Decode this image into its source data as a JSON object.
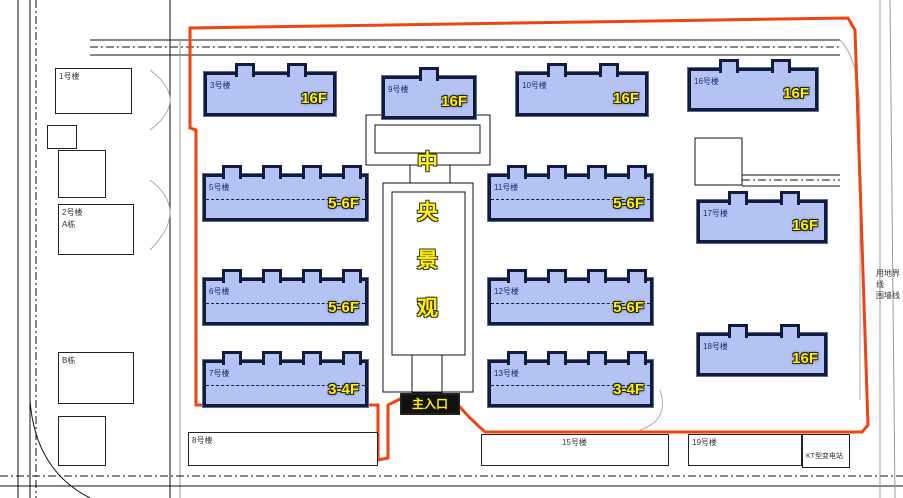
{
  "central_landscape": [
    "中",
    "央",
    "景",
    "观"
  ],
  "main_entrance": "主入口",
  "buildings": [
    {
      "name": "3号楼",
      "floors": "16F"
    },
    {
      "name": "9号楼",
      "floors": "16F"
    },
    {
      "name": "10号楼",
      "floors": "16F"
    },
    {
      "name": "16号楼",
      "floors": "16F"
    },
    {
      "name": "5号楼",
      "floors": "5-6F"
    },
    {
      "name": "11号楼",
      "floors": "5-6F"
    },
    {
      "name": "6号楼",
      "floors": "5-6F"
    },
    {
      "name": "12号楼",
      "floors": "5-6F"
    },
    {
      "name": "7号楼",
      "floors": "3-4F"
    },
    {
      "name": "13号楼",
      "floors": "3-4F"
    },
    {
      "name": "17号楼",
      "floors": "16F"
    },
    {
      "name": "18号楼",
      "floors": "16F"
    }
  ],
  "bottom_buildings": [
    "8号楼",
    "15号楼",
    "19号楼",
    "KT型变电站"
  ],
  "left_buildings": [
    "1号楼",
    "2号楼",
    "A栋",
    "B栋"
  ],
  "right_labels": [
    "用地界线",
    "围墙线"
  ],
  "colors": {
    "boundary": "#ee4411",
    "building_fill": "#b4c3f4",
    "label": "#fff200"
  }
}
